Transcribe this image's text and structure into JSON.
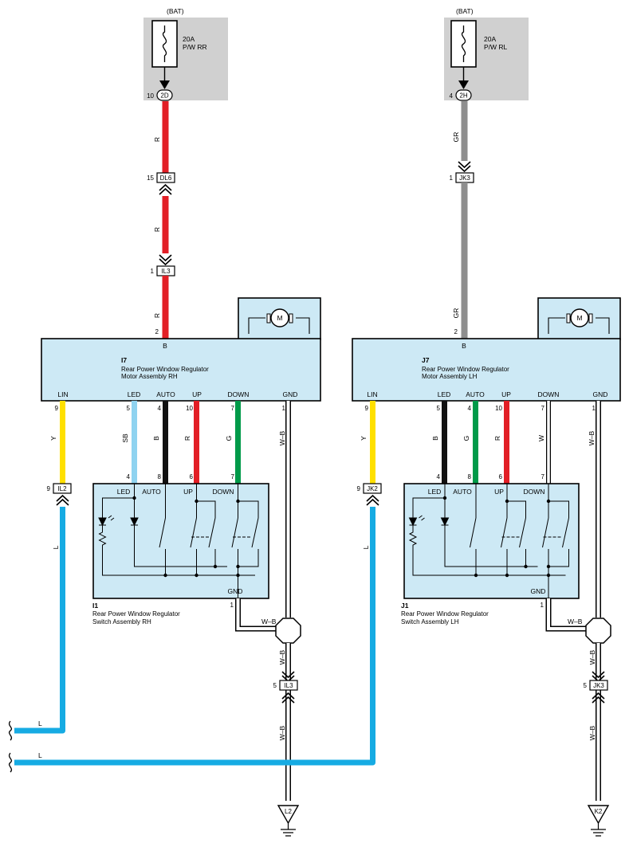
{
  "left": {
    "bat_label": "(BAT)",
    "fuse_amps": "20A",
    "fuse_name": "P/W RR",
    "top_conn": {
      "pin": "10",
      "id": "2D"
    },
    "wire_top": "R",
    "inline1": {
      "pin": "15",
      "id": "DL6"
    },
    "wire_mid": "R",
    "inline2": {
      "pin": "1",
      "id": "IL3"
    },
    "wire_bottom": "R",
    "motor_pin": "2",
    "motor_symbol": "M",
    "motor_terminal_b": "B",
    "motor_id": "I7",
    "motor_name_1": "Rear Power Window Regulator",
    "motor_name_2": "Motor Assembly RH",
    "motor_terms": [
      "LIN",
      "LED",
      "AUTO",
      "UP",
      "DOWN",
      "GND"
    ],
    "motor_pins": [
      "9",
      "5",
      "4",
      "10",
      "7",
      "1"
    ],
    "wire_colors": [
      "Y",
      "SB",
      "B",
      "R",
      "G",
      "W–B"
    ],
    "switch_pins": [
      "4",
      "8",
      "6",
      "7"
    ],
    "switch_terms": [
      "LED",
      "AUTO",
      "UP",
      "DOWN"
    ],
    "switch_gnd": "GND",
    "switch_gnd_pin": "1",
    "lin_conn": {
      "pin": "9",
      "id": "IL2"
    },
    "lin_wire": "L",
    "switch_id": "I1",
    "switch_name_1": "Rear Power Window Regulator",
    "switch_name_2": "Switch Assembly RH",
    "gnd_wire": "W–B",
    "gnd_wire_2": "W–B",
    "gnd_conn": {
      "pin": "5",
      "id": "IL3"
    },
    "gnd_wire_3": "W–B",
    "ground_id": "L2"
  },
  "right": {
    "bat_label": "(BAT)",
    "fuse_amps": "20A",
    "fuse_name": "P/W RL",
    "top_conn": {
      "pin": "4",
      "id": "2H"
    },
    "wire_top": "GR",
    "inline1": {
      "pin": "1",
      "id": "JK3"
    },
    "wire_bottom": "GR",
    "motor_pin": "2",
    "motor_symbol": "M",
    "motor_terminal_b": "B",
    "motor_id": "J7",
    "motor_name_1": "Rear Power Window Regulator",
    "motor_name_2": "Motor Assembly LH",
    "motor_terms": [
      "LIN",
      "LED",
      "AUTO",
      "UP",
      "DOWN",
      "GND"
    ],
    "motor_pins": [
      "9",
      "5",
      "4",
      "10",
      "7",
      "1"
    ],
    "wire_colors": [
      "Y",
      "B",
      "G",
      "R",
      "W",
      "W–B"
    ],
    "switch_pins": [
      "4",
      "8",
      "6",
      "7"
    ],
    "switch_terms": [
      "LED",
      "AUTO",
      "UP",
      "DOWN"
    ],
    "switch_gnd": "GND",
    "switch_gnd_pin": "1",
    "lin_conn": {
      "pin": "9",
      "id": "JK2"
    },
    "lin_wire": "L",
    "switch_id": "J1",
    "switch_name_1": "Rear Power Window Regulator",
    "switch_name_2": "Switch Assembly LH",
    "gnd_wire": "W–B",
    "gnd_wire_2": "W–B",
    "gnd_conn": {
      "pin": "5",
      "id": "JK3"
    },
    "gnd_wire_3": "W–B",
    "ground_id": "K2"
  },
  "bus": {
    "upper_label": "L",
    "lower_label": "L"
  },
  "colors": {
    "red": "#e21f26",
    "gray": "#8e8e8e",
    "yellow": "#ffe000",
    "sky": "#8fd3f0",
    "black": "#111111",
    "green": "#009a49",
    "blue": "#16abe3",
    "box_fill": "#cde9f5",
    "fuse_bg": "#d0d0d0"
  }
}
